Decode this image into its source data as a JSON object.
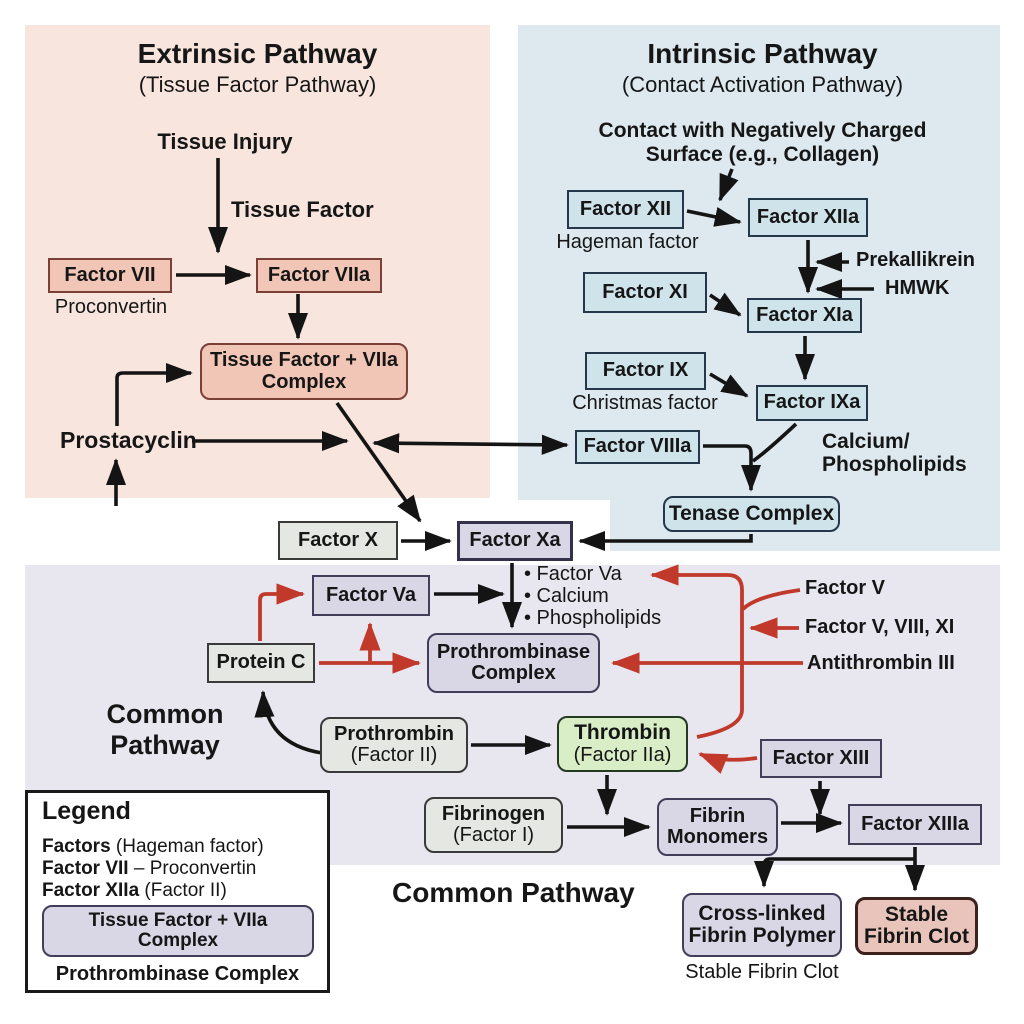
{
  "colors": {
    "red_arrow": "#c0392b",
    "black_arrow": "#141414",
    "panel_extrinsic": "#f8e5de",
    "panel_intrinsic": "#dde9ef",
    "panel_common": "#e8e6ee",
    "box_salmon": "#f2c6b6",
    "box_blue": "#cfe3eb",
    "box_gray": "#e4e7e2",
    "box_lavender": "#d9d6e6",
    "box_green": "#d9eec7",
    "box_clot": "#e9c4ba"
  },
  "extrinsic": {
    "title": "Extrinsic Pathway",
    "subtitle": "(Tissue Factor Pathway)",
    "tissue_injury": "Tissue Injury",
    "tissue_factor_label": "Tissue Factor",
    "factor_vii": "Factor VII",
    "proconvertin": "Proconvertin",
    "factor_viia": "Factor VIIa",
    "complex_line1": "Tissue Factor + VIIa",
    "complex_line2": "Complex",
    "prostacyclin": "Prostacyclin"
  },
  "intrinsic": {
    "title": "Intrinsic Pathway",
    "subtitle": "(Contact Activation Pathway)",
    "contact_line1": "Contact with Negatively Charged",
    "contact_line2": "Surface (e.g., Collagen)",
    "factor_xii": "Factor XII",
    "hageman": "Hageman factor",
    "factor_xiia": "Factor XIIa",
    "prekallikrein": "Prekallikrein",
    "hmwk": "HMWK",
    "factor_xi": "Factor XI",
    "factor_xia": "Factor XIa",
    "factor_ix": "Factor IX",
    "christmas": "Christmas factor",
    "factor_ixa": "Factor IXa",
    "factor_viiia": "Factor VIIIa",
    "calcium_line1": "Calcium/",
    "calcium_line2": "Phospholipids",
    "tenase": "Tenase Complex"
  },
  "common": {
    "factor_x": "Factor X",
    "factor_xa": "Factor Xa",
    "bullet1": "• Factor Va",
    "bullet2": "• Calcium",
    "bullet3": "• Phospholipids",
    "factor_va": "Factor Va",
    "protein_c": "Protein C",
    "prothrombinase_line1": "Prothrombinase",
    "prothrombinase_line2": "Complex",
    "label_line1": "Common",
    "label_line2": "Pathway",
    "prothrombin_line1": "Prothrombin",
    "prothrombin_line2": "(Factor II)",
    "thrombin_line1": "Thrombin",
    "thrombin_line2": "(Factor IIa)",
    "factor_v": "Factor V",
    "factor_v_viii_xi": "Factor V, VIII, XI",
    "antithrombin": "Antithrombin III",
    "factor_xiii": "Factor XIII",
    "fibrinogen_line1": "Fibrinogen",
    "fibrinogen_line2": "(Factor I)",
    "fibrin_line1": "Fibrin",
    "fibrin_line2": "Monomers",
    "factor_xiiia": "Factor XIIIa",
    "bottom_label": "Common Pathway",
    "crosslinked_line1": "Cross-linked",
    "crosslinked_line2": "Fibrin Polymer",
    "stable_line1": "Stable",
    "stable_line2": "Fibrin Clot",
    "stable_caption": "Stable Fibrin Clot"
  },
  "legend": {
    "title": "Legend",
    "row1_bold": "Factors",
    "row1_rest": " (Hageman factor)",
    "row2_bold": "Factor VII",
    "row2_rest": " – Proconvertin",
    "row3_bold": "Factor XIIa",
    "row3_rest": " (Factor II)",
    "box_line1": "Tissue Factor + VIIa",
    "box_line2": "Complex",
    "footer": "Prothrombinase Complex"
  }
}
